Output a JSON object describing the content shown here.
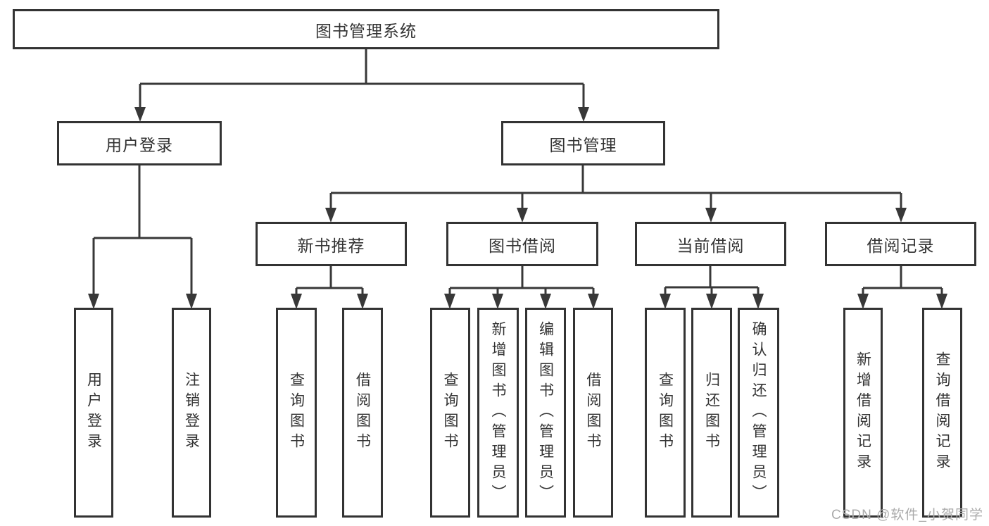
{
  "tree": {
    "root_label": "图书管理系统",
    "level2": [
      {
        "label": "用户登录",
        "leaves": [
          "用户登录",
          "注销登录"
        ]
      },
      {
        "label": "图书管理",
        "groups": [
          {
            "label": "新书推荐",
            "leaves": [
              "查询图书",
              "借阅图书"
            ]
          },
          {
            "label": "图书借阅",
            "leaves": [
              "查询图书",
              "新增图书（管理员）",
              "编辑图书（管理员）",
              "借阅图书"
            ]
          },
          {
            "label": "当前借阅",
            "leaves": [
              "查询图书",
              "归还图书",
              "确认归还（管理员）"
            ]
          },
          {
            "label": "借阅记录",
            "leaves": [
              "新增借阅记录",
              "查询借阅记录"
            ]
          }
        ]
      }
    ]
  },
  "watermark": "CSDN @软件_小贺同学",
  "colors": {
    "line": "#383838",
    "box_border": "#333333",
    "text": "#333333",
    "watermark": "#ababab",
    "background": "#ffffff"
  }
}
